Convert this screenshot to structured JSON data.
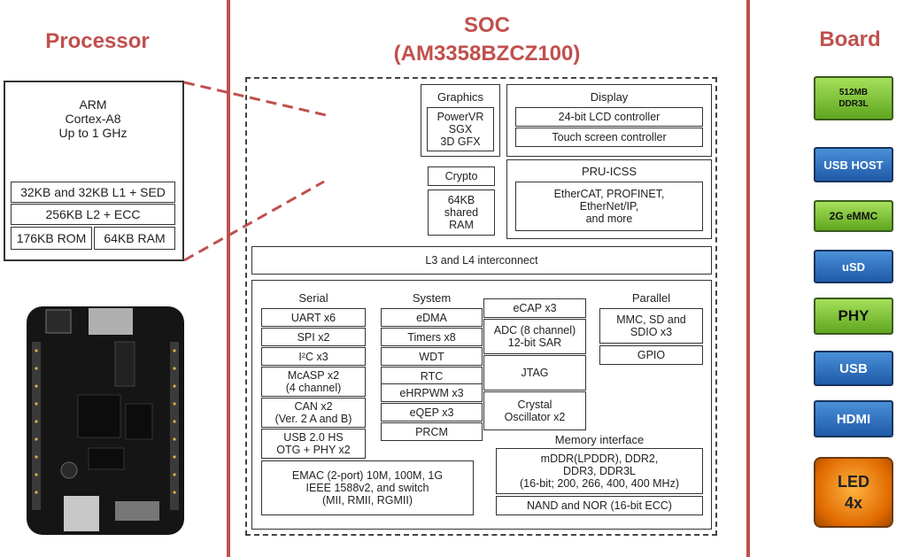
{
  "headers": {
    "processor": "Processor",
    "soc_line1": "SOC",
    "soc_line2": "(AM3358BZCZ100)",
    "board": "Board"
  },
  "processor": {
    "core": "ARM\nCortex-A8\nUp to 1 GHz",
    "l1": "32KB and 32KB L1 + SED",
    "l2": "256KB L2  + ECC",
    "rom": "176KB ROM",
    "ram": "64KB RAM"
  },
  "soc": {
    "graphics": {
      "title": "Graphics",
      "body": "PowerVR\nSGX\n3D GFX"
    },
    "display": {
      "title": "Display",
      "items": [
        "24-bit LCD controller",
        "Touch screen controller"
      ]
    },
    "crypto": "Crypto",
    "shared_ram": "64KB\nshared\nRAM",
    "pru": {
      "title": "PRU-ICSS",
      "body": "EtherCAT, PROFINET,\nEtherNet/IP,\nand more"
    },
    "interconnect": "L3 and L4 interconnect",
    "serial": {
      "title": "Serial",
      "items": [
        "UART x6",
        "SPI x2",
        "I²C x3",
        "McASP x2\n(4 channel)",
        "CAN x2\n(Ver. 2 A and B)",
        "USB 2.0 HS\nOTG + PHY x2"
      ],
      "emac": "EMAC (2-port) 10M, 100M, 1G\nIEEE 1588v2, and switch\n(MII, RMII, RGMII)"
    },
    "system": {
      "title": "System",
      "items": [
        "eDMA",
        "Timers x8",
        "WDT",
        "RTC",
        "eHRPWM x3",
        "eQEP x3",
        "PRCM"
      ],
      "col2": [
        "eCAP x3",
        "ADC (8 channel)\n12-bit SAR",
        "JTAG",
        "Crystal\nOscillator x2"
      ]
    },
    "parallel": {
      "title": "Parallel",
      "items": [
        "MMC, SD and\nSDIO x3",
        "GPIO"
      ]
    },
    "memory": {
      "title": "Memory interface",
      "items": [
        "mDDR(LPDDR), DDR2,\nDDR3, DDR3L\n(16-bit; 200, 266, 400, 400 MHz)",
        "NAND and NOR (16-bit ECC)"
      ]
    }
  },
  "board": [
    "512MB\nDDR3L",
    "USB HOST",
    "2G eMMC",
    "uSD",
    "PHY",
    "USB",
    "HDMI",
    "LED\n4x"
  ],
  "colors": {
    "accent": "#c0504d",
    "board_green": "#7cc23a",
    "board_blue": "#2f6fbf",
    "board_orange": "#f08a10"
  }
}
